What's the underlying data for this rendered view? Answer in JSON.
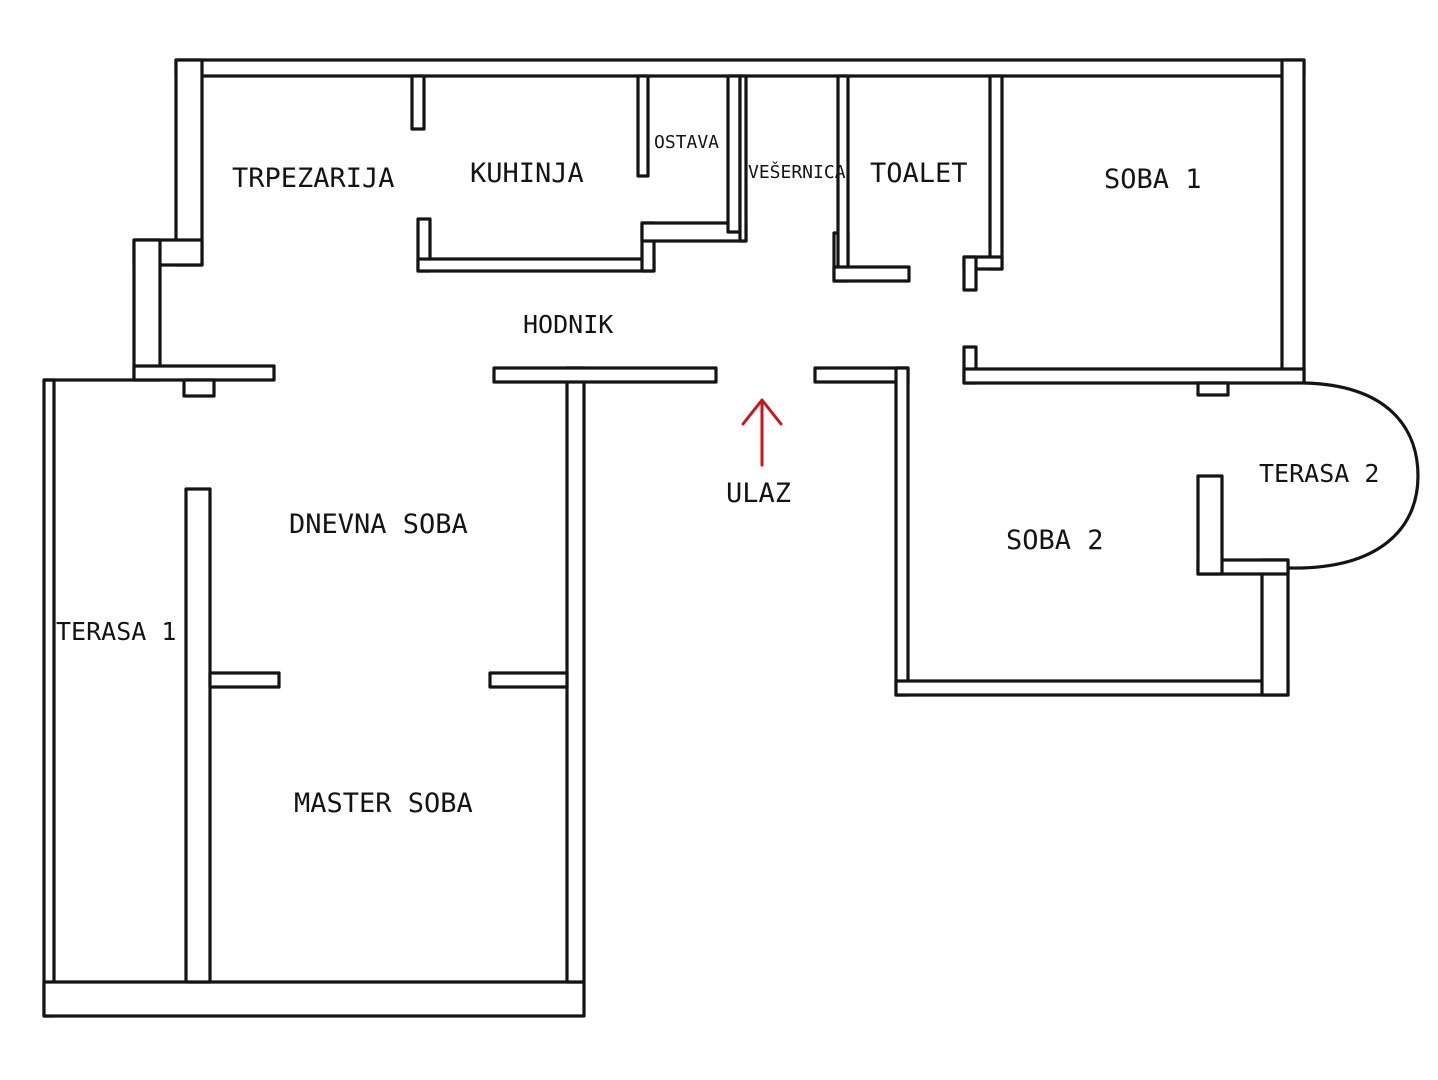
{
  "rooms": {
    "trpezarija": "TRPEZARIJA",
    "kuhinja": "KUHINJA",
    "ostava": "OSTAVA",
    "vesernica": "VEŠERNICA",
    "toalet": "TOALET",
    "soba1": "SOBA 1",
    "hodnik": "HODNIK",
    "dnevna_soba": "DNEVNA SOBA",
    "terasa1": "TERASA 1",
    "master_soba": "MASTER SOBA",
    "soba2": "SOBA 2",
    "terasa2": "TERASA 2"
  },
  "entrance": {
    "label": "ULAZ",
    "arrow_color": "#c8161d"
  },
  "colors": {
    "wall": "#141414",
    "background": "#ffffff"
  }
}
